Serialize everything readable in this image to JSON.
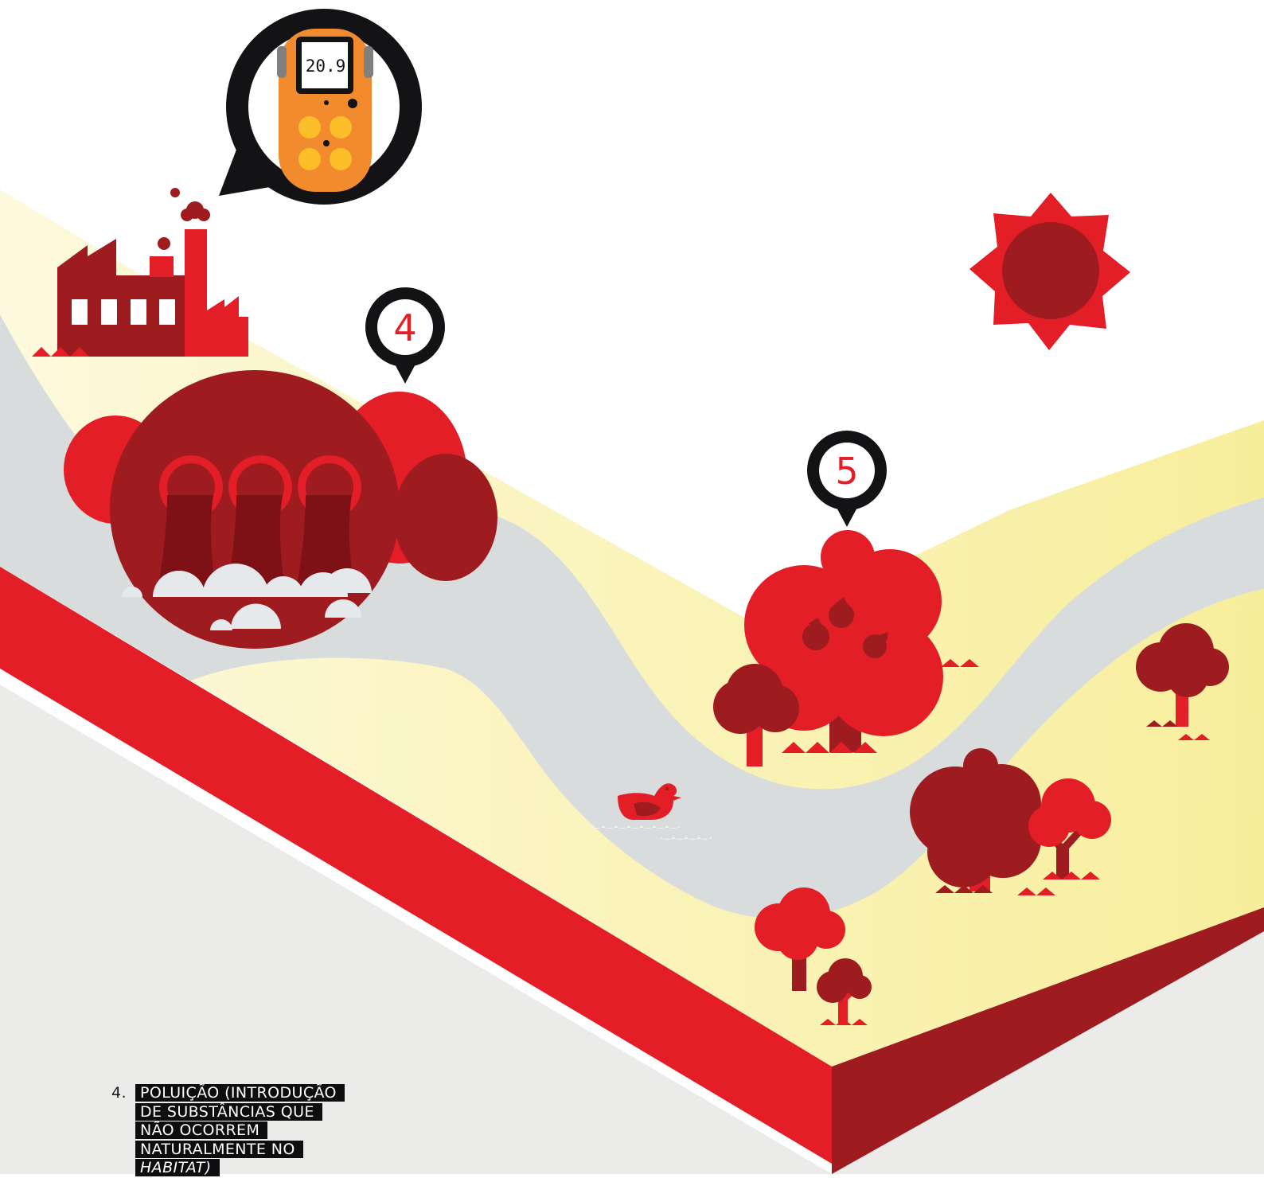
{
  "detector": {
    "reading": "20.9"
  },
  "markers": [
    {
      "id": "marker-4",
      "label": "4"
    },
    {
      "id": "marker-5",
      "label": "5"
    }
  ],
  "caption": {
    "number": "4.",
    "lines": [
      "POLUIÇÃO (INTRODUÇÃO",
      "DE SUBSTÂNCIAS QUE",
      "NÃO OCORREM",
      "NATURALMENTE NO",
      "HABITAT)"
    ]
  },
  "colors": {
    "red": "#e31e26",
    "dark_red": "#9e1b20",
    "deep_red": "#7e1116",
    "cream": "#fbf6c8",
    "pale_yellow": "#f8efa4",
    "water_gray": "#d8dcdc",
    "base_gray": "#ebecea",
    "black": "#131215",
    "orange": "#f28b2d",
    "yellow_button": "#fcbf2a"
  }
}
